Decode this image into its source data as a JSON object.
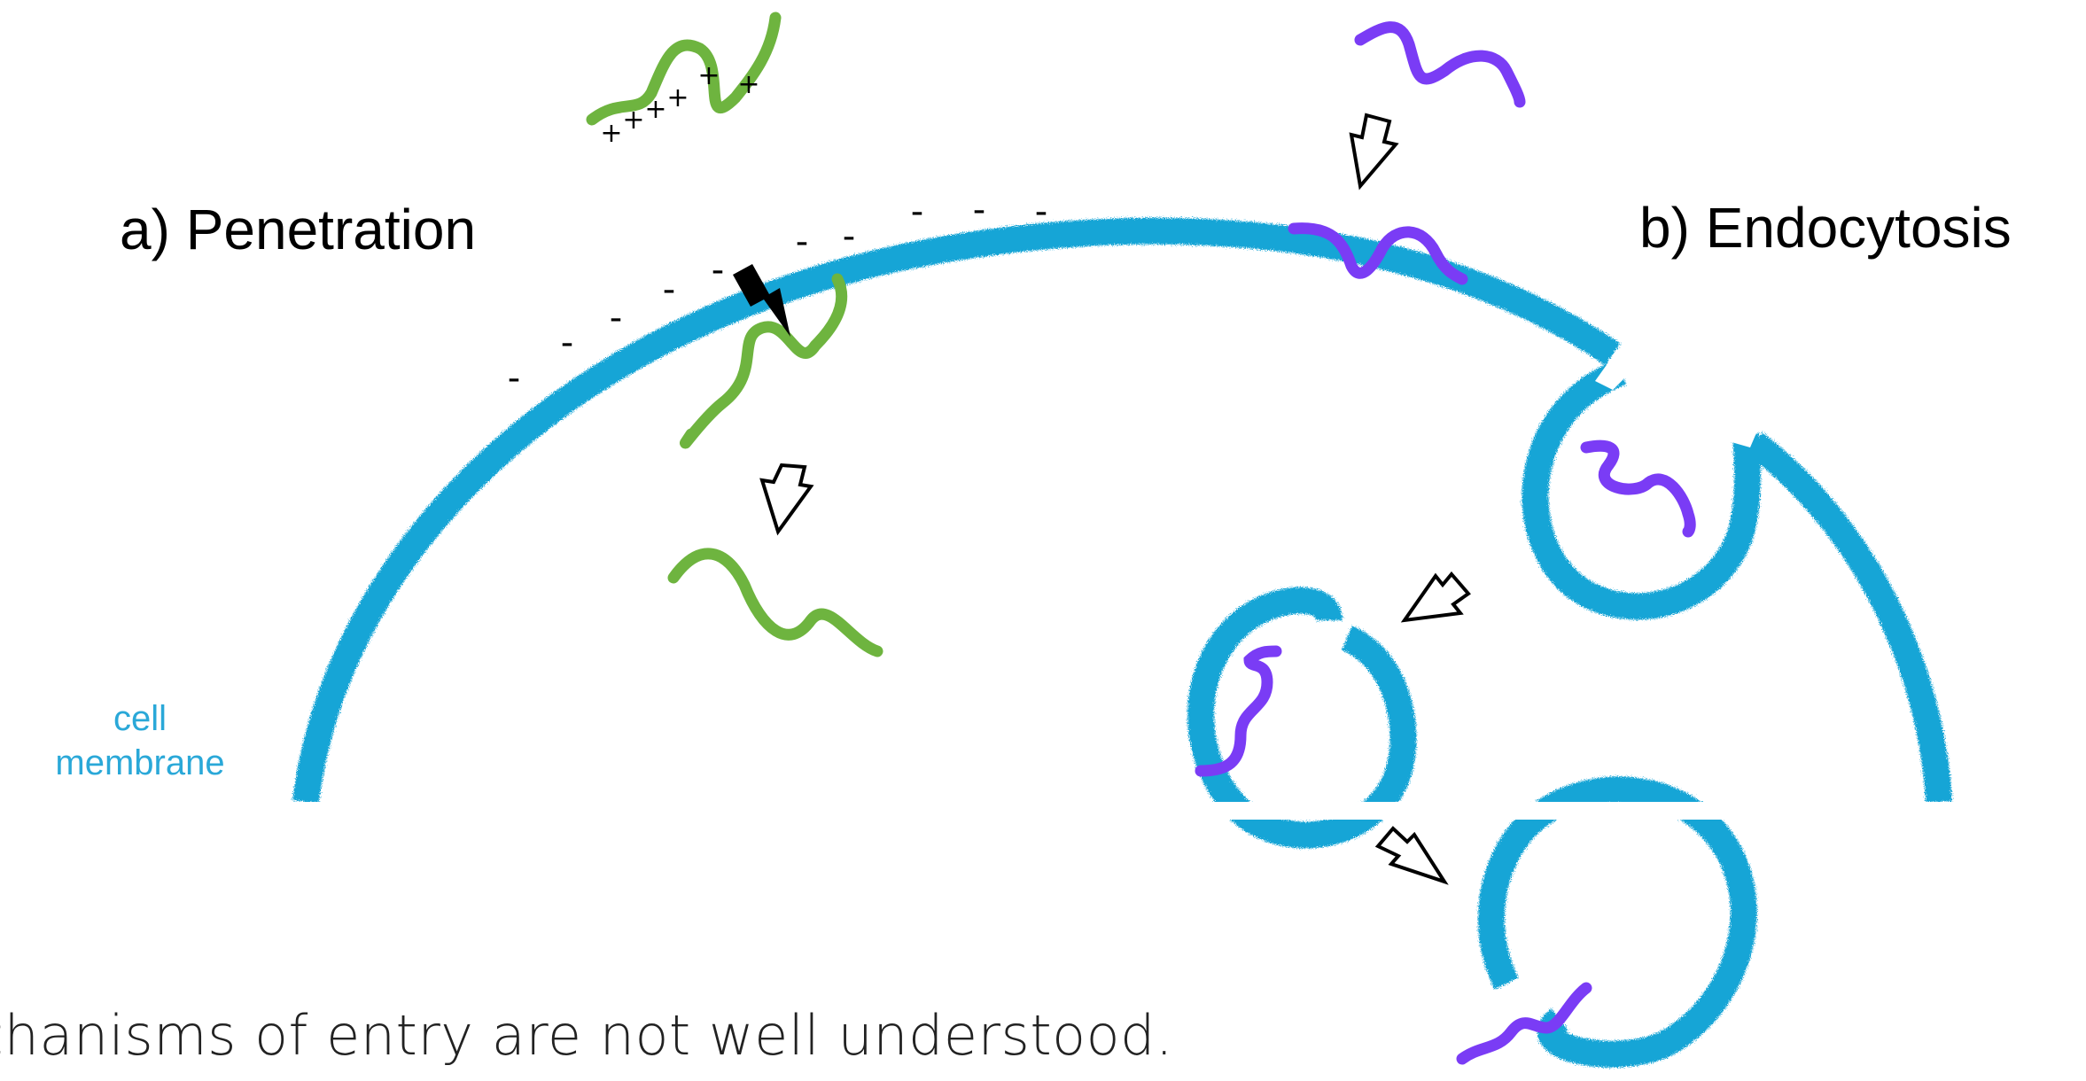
{
  "labels": {
    "penetration": "a) Penetration",
    "endocytosis": "b) Endocytosis",
    "membrane": "cell membrane"
  },
  "caption": "chanisms of entry are not well understood.",
  "charges": {
    "positive": "+",
    "negative": "-"
  },
  "colors": {
    "membrane": "#17a5d6",
    "membrane_label": "#2aa8d8",
    "peptide_penetrating": "#6eb43f",
    "peptide_endocytosed": "#7a3cf5",
    "arrow_filled": "#000000",
    "arrow_outline": "#000000"
  }
}
